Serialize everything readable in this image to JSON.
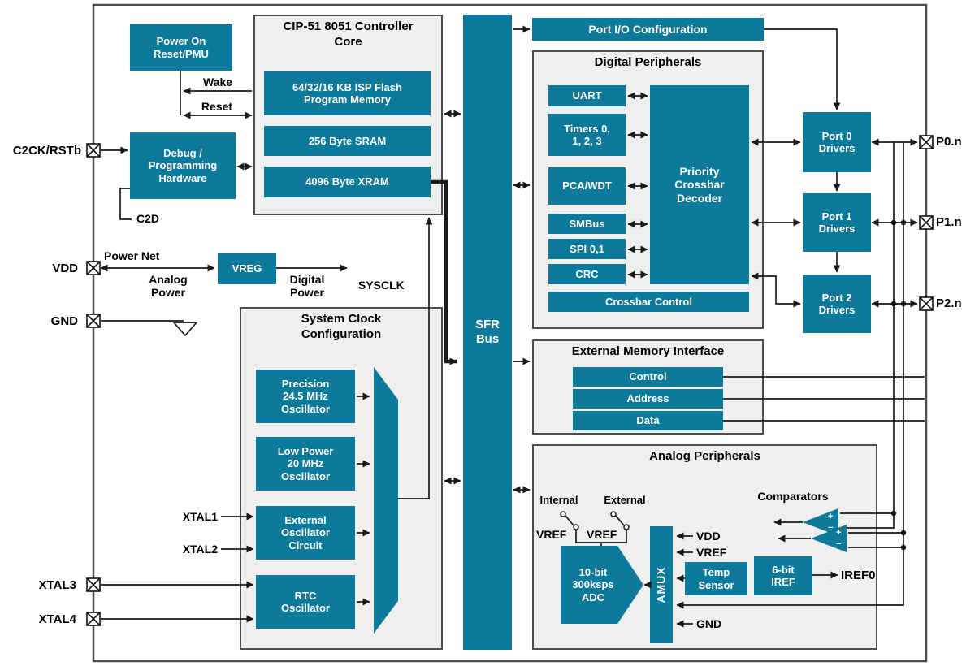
{
  "colors": {
    "teal": "#0e7a9b",
    "container_bg": "#efefef",
    "border_dark": "#4d4d4d"
  },
  "pins_left": {
    "c2ck": "C2CK/RSTb",
    "vdd": "VDD",
    "gnd": "GND",
    "xtal3": "XTAL3",
    "xtal4": "XTAL4"
  },
  "pins_right": {
    "p0": "P0.n",
    "p1": "P1.n",
    "p2": "P2.n"
  },
  "top_left": {
    "por": "Power On\nReset/PMU",
    "debug": "Debug /\nProgramming\nHardware",
    "wake": "Wake",
    "reset": "Reset",
    "c2d": "C2D"
  },
  "power": {
    "power_net": "Power Net",
    "analog_power": "Analog\nPower",
    "vreg": "VREG",
    "digital_power": "Digital\nPower"
  },
  "core": {
    "title": "CIP-51 8051 Controller\nCore",
    "flash": "64/32/16 KB ISP Flash\nProgram Memory",
    "sram": "256 Byte SRAM",
    "xram": "4096 Byte XRAM",
    "sysclk": "SYSCLK"
  },
  "sfr_bus": "SFR\nBus",
  "port_io": "Port I/O Configuration",
  "digital": {
    "title": "Digital Peripherals",
    "uart": "UART",
    "timers": "Timers 0,\n1, 2, 3",
    "pca": "PCA/WDT",
    "smbus": "SMBus",
    "spi": "SPI 0,1",
    "crc": "CRC",
    "decoder": "Priority\nCrossbar\nDecoder",
    "crossbar_control": "Crossbar Control"
  },
  "ports": {
    "p0": "Port 0\nDrivers",
    "p1": "Port 1\nDrivers",
    "p2": "Port 2\nDrivers"
  },
  "emif": {
    "title": "External Memory Interface",
    "control": "Control",
    "address": "Address",
    "data": "Data"
  },
  "clock": {
    "title": "System Clock\nConfiguration",
    "precision": "Precision\n24.5 MHz\nOscillator",
    "low_power": "Low Power\n20 MHz\nOscillator",
    "external": "External\nOscillator\nCircuit",
    "rtc": "RTC\nOscillator",
    "xtal1": "XTAL1",
    "xtal2": "XTAL2"
  },
  "analog": {
    "title": "Analog Peripherals",
    "internal": "Internal",
    "external": "External",
    "vref_left": "VREF",
    "vref_right": "VREF",
    "adc": "10-bit\n300ksps\nADC",
    "amux": "AMUX",
    "vdd": "VDD",
    "vref_in": "VREF",
    "temp": "Temp\nSensor",
    "gnd": "GND",
    "iref": "6-bit\nIREF",
    "iref0": "IREF0",
    "comparators": "Comparators",
    "plus": "+",
    "minus": "−"
  }
}
